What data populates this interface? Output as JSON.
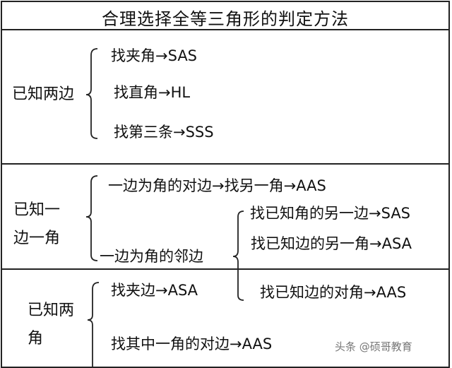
{
  "title": "合理选择全等三角形的判定方法",
  "sections": [
    {
      "condition": [
        "已知两边"
      ],
      "items": [
        "找夹角→SAS",
        "找直角→HL",
        "找第三条→SSS"
      ]
    },
    {
      "condition": [
        "已知一",
        "边一角"
      ],
      "items": [
        "一边为角的对边→找另一角→AAS",
        "一边为角的邻边"
      ],
      "sub_items": [
        "找已知角的另一边→SAS",
        "找已知边的另一角→ASA",
        "找已知边的对角→AAS"
      ]
    },
    {
      "condition": [
        "已知两",
        "角"
      ],
      "items": [
        "找夹边→ASA",
        "找其中一角的对边→AAS"
      ]
    }
  ],
  "watermark": "头条 @硕哥教育"
}
